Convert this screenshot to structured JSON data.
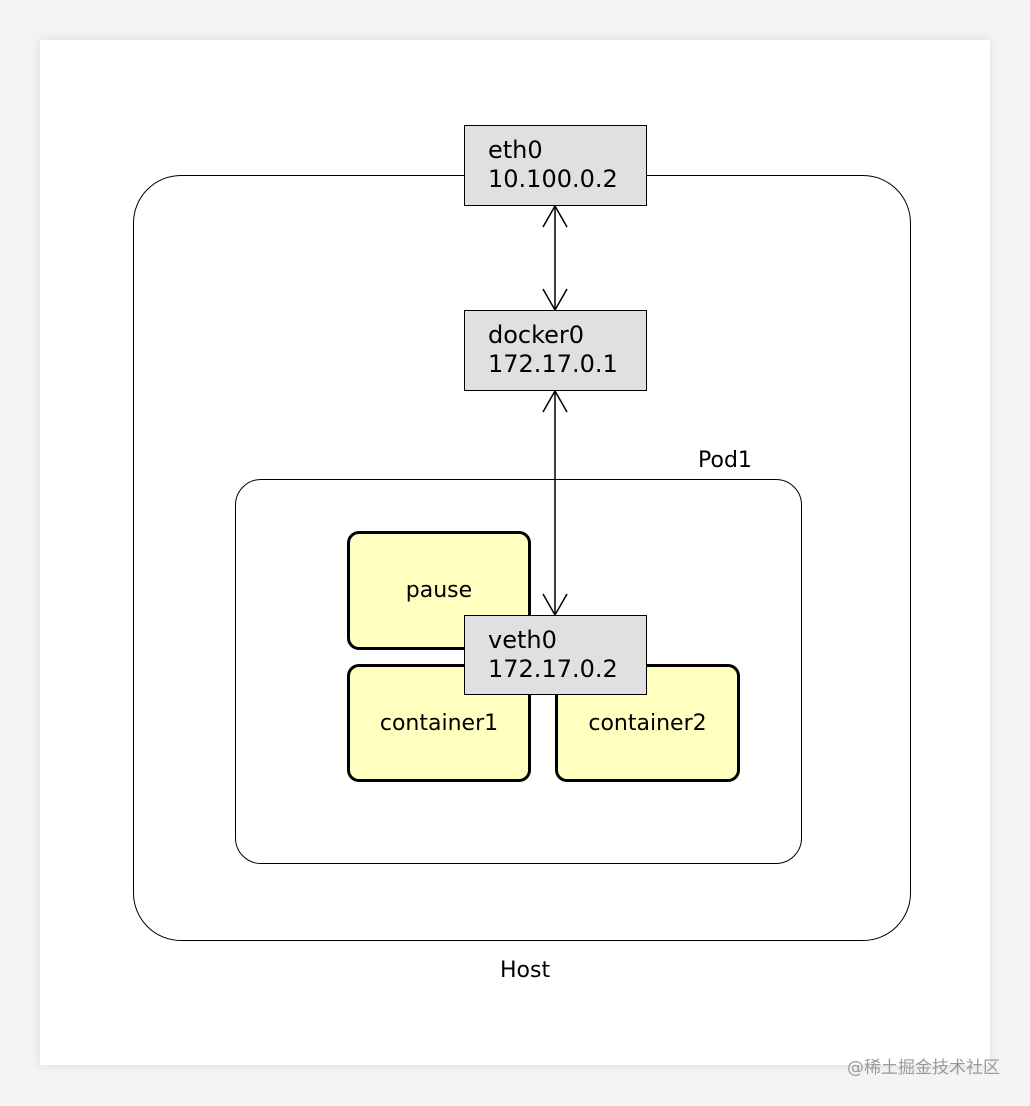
{
  "host": {
    "label": "Host"
  },
  "pod": {
    "label": "Pod1"
  },
  "interfaces": {
    "eth0": {
      "name": "eth0",
      "ip": "10.100.0.2"
    },
    "docker0": {
      "name": "docker0",
      "ip": "172.17.0.1"
    },
    "veth0": {
      "name": "veth0",
      "ip": "172.17.0.2"
    }
  },
  "containers": {
    "pause": "pause",
    "container1": "container1",
    "container2": "container2"
  },
  "colors": {
    "container_fill": "#ffffc0",
    "interface_fill": "#e0e0e0"
  },
  "watermark": "@稀土掘金技术社区"
}
